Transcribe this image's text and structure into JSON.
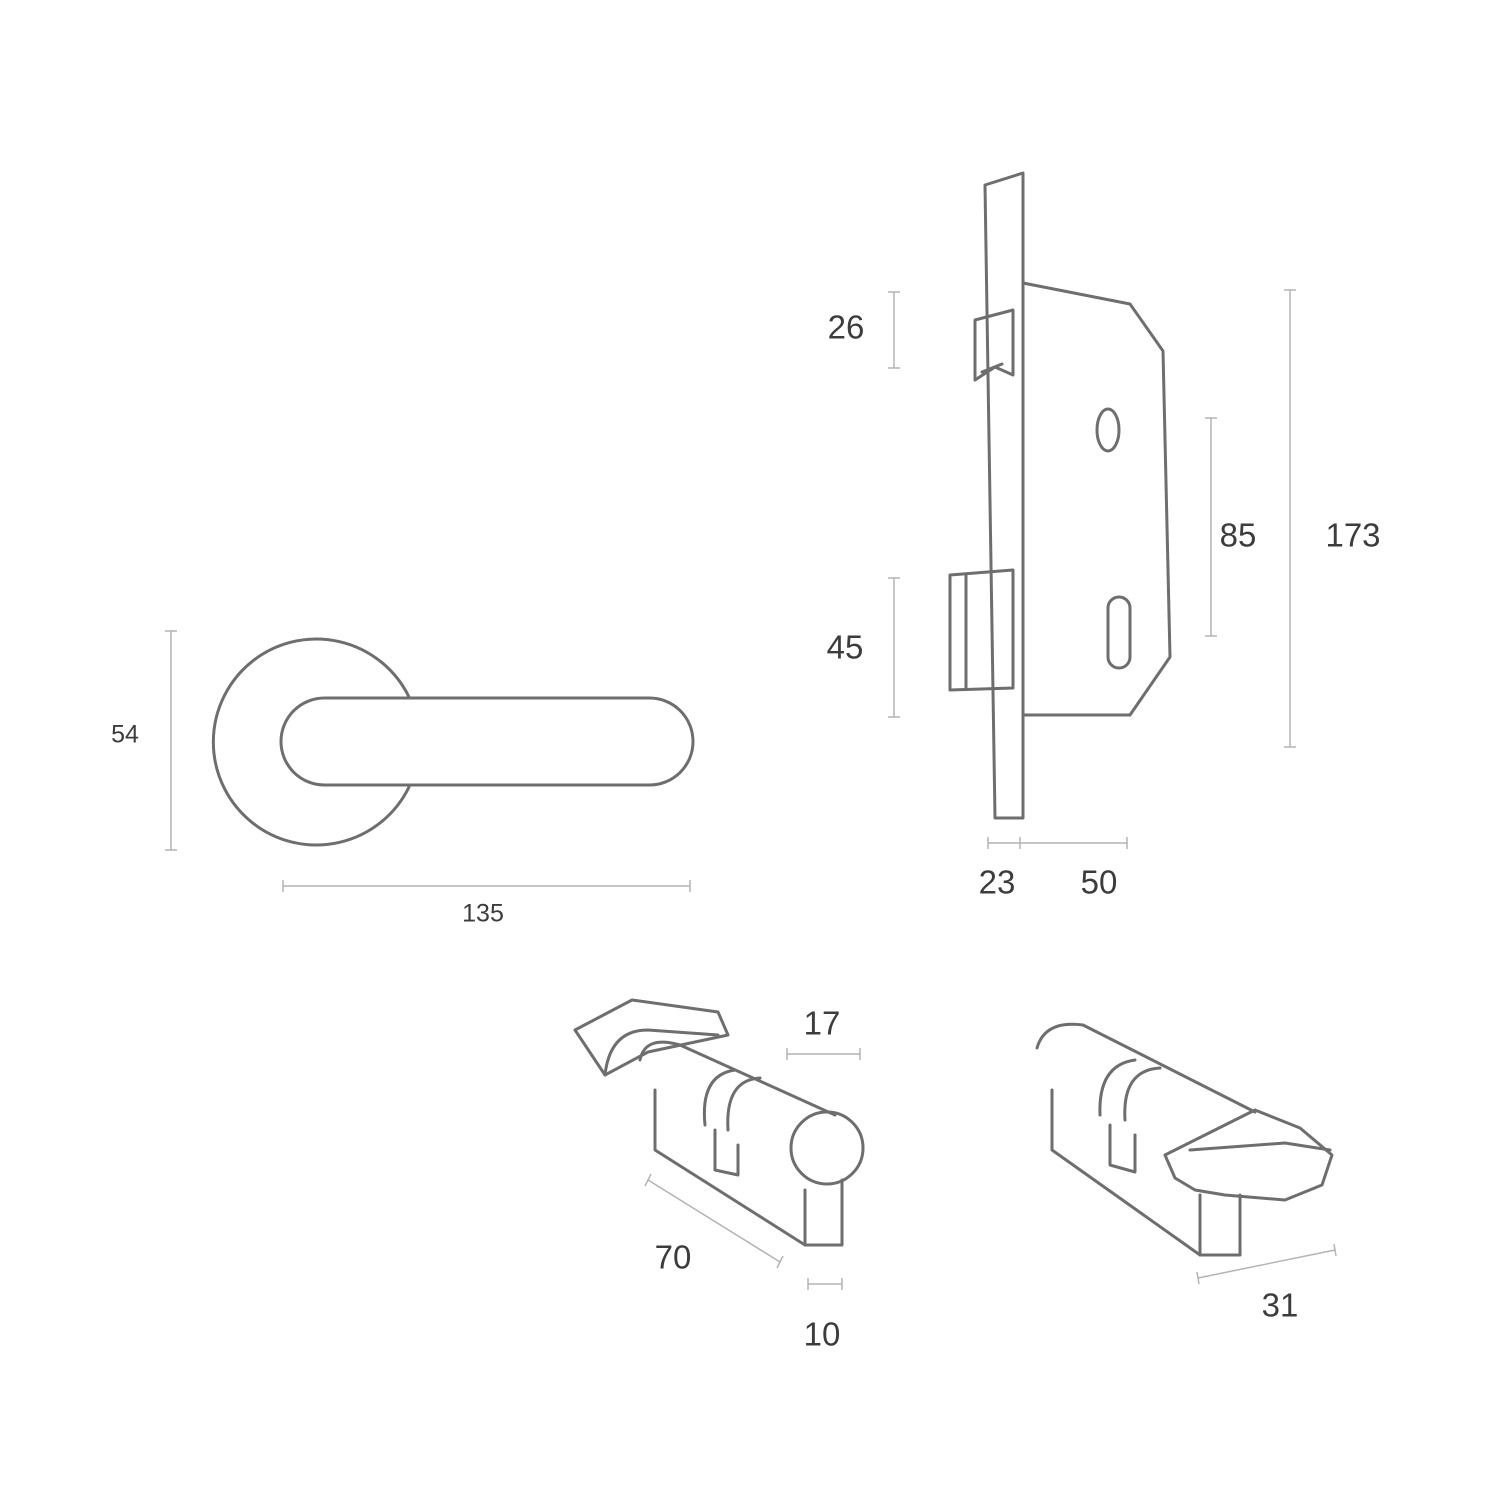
{
  "drawings": {
    "lever_handle": {
      "icon": "lever-handle-icon",
      "dimensions": {
        "height": "54",
        "length": "135"
      }
    },
    "mortise_lock": {
      "icon": "mortise-lock-icon",
      "dimensions": {
        "latch_height": "26",
        "deadbolt_height": "45",
        "centre_distance": "85",
        "faceplate_height": "173",
        "faceplate_width": "23",
        "backset": "50"
      }
    },
    "thumbturn_cylinder_front": {
      "icon": "euro-cylinder-thumbturn-icon",
      "dimensions": {
        "turn_width": "17",
        "length": "70",
        "cam_width": "10"
      }
    },
    "thumbturn_cylinder_back": {
      "icon": "euro-cylinder-thumbturn-icon",
      "dimensions": {
        "depth": "31"
      }
    }
  },
  "colors": {
    "outline": "#6e6e6e",
    "dimension_line": "#b4b4b4",
    "text": "#3c3c3c",
    "background": "#ffffff"
  }
}
